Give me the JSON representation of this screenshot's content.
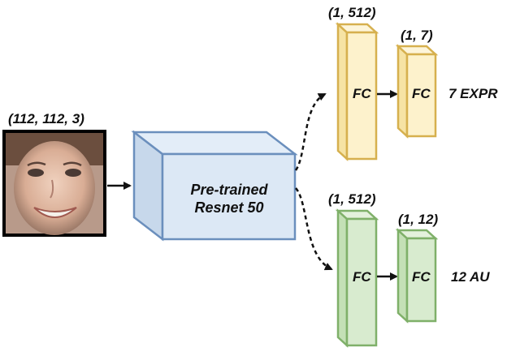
{
  "input": {
    "shape_label": "(112, 112, 3)",
    "photo": "face-photo"
  },
  "backbone": {
    "line1": "Pre-trained",
    "line2": "Resnet 50",
    "color_face": "#dce8f5",
    "color_side": "#c7d8eb",
    "color_stroke": "#6b8fbd"
  },
  "expr_branch": {
    "fc1_shape": "(1, 512)",
    "fc1_label": "FC",
    "fc2_shape": "(1, 7)",
    "fc2_label": "FC",
    "output_label": "7 EXPR",
    "color_face": "#fdf2cc",
    "color_side": "#f6e3a4",
    "color_stroke": "#d6b04e"
  },
  "au_branch": {
    "fc1_shape": "(1, 512)",
    "fc1_label": "FC",
    "fc2_shape": "(1, 12)",
    "fc2_label": "FC",
    "output_label": "12 AU",
    "color_face": "#d8ebcf",
    "color_side": "#c4e0b6",
    "color_stroke": "#7fb069"
  }
}
